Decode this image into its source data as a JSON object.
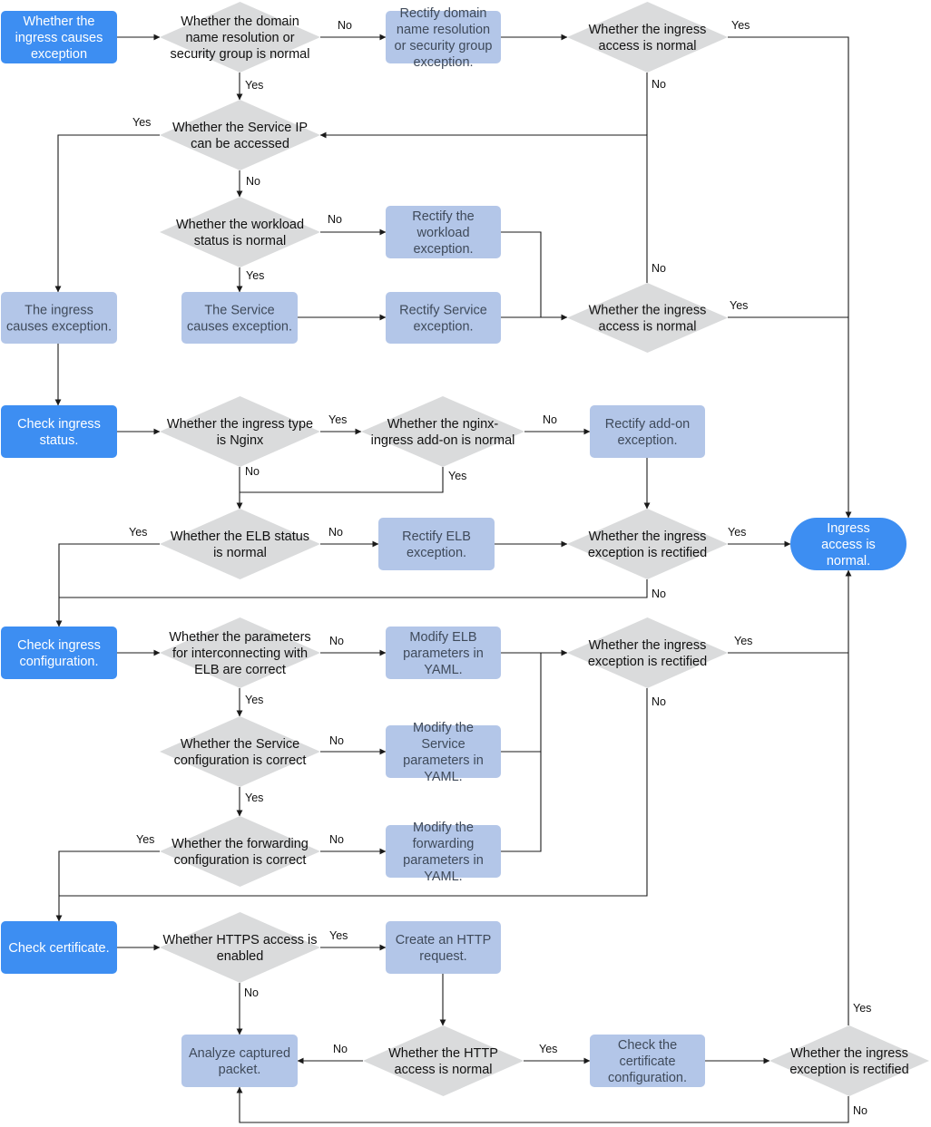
{
  "colors": {
    "start": "#3d8ef2",
    "process": "#b3c6e8",
    "decision": "#dadbdc",
    "end": "#3d8ef2",
    "edge": "#1a1a1a",
    "start_text": "#ffffff",
    "process_text": "#3f4a5a",
    "decision_text": "#111111"
  },
  "nodes": [
    {
      "id": "n_start",
      "kind": "start",
      "lines": [
        "Whether the",
        "ingress causes",
        "exception"
      ]
    },
    {
      "id": "n_dns",
      "kind": "decision",
      "lines": [
        "Whether the domain",
        "name resolution or",
        "security group is normal"
      ]
    },
    {
      "id": "n_fix_dns",
      "kind": "process",
      "lines": [
        "Rectify domain",
        "name resolution",
        "or security group",
        "exception."
      ]
    },
    {
      "id": "n_ingress_ok1",
      "kind": "decision",
      "lines": [
        "Whether the ingress",
        "access is normal"
      ]
    },
    {
      "id": "n_svc_ip",
      "kind": "decision",
      "lines": [
        "Whether the Service IP",
        "can be accessed"
      ]
    },
    {
      "id": "n_workload",
      "kind": "decision",
      "lines": [
        "Whether the workload",
        "status is normal"
      ]
    },
    {
      "id": "n_fix_workload",
      "kind": "process",
      "lines": [
        "Rectify the",
        "workload",
        "exception."
      ]
    },
    {
      "id": "n_ingress_exc",
      "kind": "process",
      "lines": [
        "The ingress",
        "causes exception."
      ]
    },
    {
      "id": "n_svc_exc",
      "kind": "process",
      "lines": [
        "The Service",
        "causes exception."
      ]
    },
    {
      "id": "n_fix_svc",
      "kind": "process",
      "lines": [
        "Rectify Service",
        "exception."
      ]
    },
    {
      "id": "n_ingress_ok2",
      "kind": "decision",
      "lines": [
        "Whether the ingress",
        "access is normal"
      ]
    },
    {
      "id": "n_check_status",
      "kind": "start",
      "lines": [
        "Check ingress",
        "status."
      ]
    },
    {
      "id": "n_nginx_type",
      "kind": "decision",
      "lines": [
        "Whether the ingress type",
        "is Nginx"
      ]
    },
    {
      "id": "n_nginx_addon",
      "kind": "decision",
      "lines": [
        "Whether the nginx-",
        "ingress add-on is normal"
      ]
    },
    {
      "id": "n_fix_addon",
      "kind": "process",
      "lines": [
        "Rectify add-on",
        "exception."
      ]
    },
    {
      "id": "n_elb_status",
      "kind": "decision",
      "lines": [
        "Whether the ELB status",
        "is normal"
      ]
    },
    {
      "id": "n_fix_elb",
      "kind": "process",
      "lines": [
        "Rectify ELB",
        "exception."
      ]
    },
    {
      "id": "n_rectified1",
      "kind": "decision",
      "lines": [
        "Whether the ingress",
        "exception is rectified"
      ]
    },
    {
      "id": "n_end",
      "kind": "end",
      "lines": [
        "Ingress",
        "access is",
        "normal."
      ]
    },
    {
      "id": "n_check_config",
      "kind": "start",
      "lines": [
        "Check ingress",
        "configuration."
      ]
    },
    {
      "id": "n_elb_params",
      "kind": "decision",
      "lines": [
        "Whether the parameters",
        "for interconnecting with",
        "ELB are correct"
      ]
    },
    {
      "id": "n_mod_elb",
      "kind": "process",
      "lines": [
        "Modify ELB",
        "parameters in",
        "YAML."
      ]
    },
    {
      "id": "n_rectified2",
      "kind": "decision",
      "lines": [
        "Whether the ingress",
        "exception is rectified"
      ]
    },
    {
      "id": "n_svc_config",
      "kind": "decision",
      "lines": [
        "Whether the Service",
        "configuration is correct"
      ]
    },
    {
      "id": "n_mod_svc",
      "kind": "process",
      "lines": [
        "Modify the",
        "Service",
        "parameters in",
        "YAML."
      ]
    },
    {
      "id": "n_fwd_config",
      "kind": "decision",
      "lines": [
        "Whether the forwarding",
        "configuration is correct"
      ]
    },
    {
      "id": "n_mod_fwd",
      "kind": "process",
      "lines": [
        "Modify the",
        "forwarding",
        "parameters in",
        "YAML."
      ]
    },
    {
      "id": "n_check_cert",
      "kind": "start",
      "lines": [
        "Check certificate."
      ]
    },
    {
      "id": "n_https",
      "kind": "decision",
      "lines": [
        "Whether HTTPS access is",
        "enabled"
      ]
    },
    {
      "id": "n_http_req",
      "kind": "process",
      "lines": [
        "Create an HTTP",
        "request."
      ]
    },
    {
      "id": "n_analyze",
      "kind": "process",
      "lines": [
        "Analyze captured",
        "packet."
      ]
    },
    {
      "id": "n_http_ok",
      "kind": "decision",
      "lines": [
        "Whether the HTTP",
        "access is normal"
      ]
    },
    {
      "id": "n_check_cert_conf",
      "kind": "process",
      "lines": [
        "Check the",
        "certificate",
        "configuration."
      ]
    },
    {
      "id": "n_rectified3",
      "kind": "decision",
      "lines": [
        "Whether the ingress",
        "exception is rectified"
      ]
    }
  ],
  "edges": [
    {
      "id": "e_start_dns",
      "label": ""
    },
    {
      "id": "e_dns_fix",
      "label": "No"
    },
    {
      "id": "e_fix_ok1",
      "label": ""
    },
    {
      "id": "e_ok1_end",
      "label": "Yes"
    },
    {
      "id": "e_ok1_svcip",
      "label": "No"
    },
    {
      "id": "e_dns_svcip",
      "label": "Yes"
    },
    {
      "id": "e_svcip_ingexc",
      "label": "Yes"
    },
    {
      "id": "e_svcip_workload",
      "label": "No"
    },
    {
      "id": "e_workload_fix",
      "label": "No"
    },
    {
      "id": "e_workload_svcexc",
      "label": "Yes"
    },
    {
      "id": "e_fixwl_ok2",
      "label": ""
    },
    {
      "id": "e_svcexc_fixsvc",
      "label": ""
    },
    {
      "id": "e_fixsvc_ok2",
      "label": ""
    },
    {
      "id": "e_ok2_svcip",
      "label": "No"
    },
    {
      "id": "e_ok2_end",
      "label": "Yes"
    },
    {
      "id": "e_ingexc_status",
      "label": ""
    },
    {
      "id": "e_status_type",
      "label": ""
    },
    {
      "id": "e_type_addon",
      "label": "Yes"
    },
    {
      "id": "e_addon_fix",
      "label": "No"
    },
    {
      "id": "e_type_elb",
      "label": "No"
    },
    {
      "id": "e_addon_elb",
      "label": "Yes"
    },
    {
      "id": "e_fixaddon_rect1",
      "label": ""
    },
    {
      "id": "e_elb_fix",
      "label": "No"
    },
    {
      "id": "e_fixelb_rect1",
      "label": ""
    },
    {
      "id": "e_rect1_end",
      "label": "Yes"
    },
    {
      "id": "e_elb_config",
      "label": "Yes"
    },
    {
      "id": "e_rect1_config",
      "label": "No"
    },
    {
      "id": "e_config_params",
      "label": ""
    },
    {
      "id": "e_params_mod",
      "label": "No"
    },
    {
      "id": "e_modelb_rect2",
      "label": ""
    },
    {
      "id": "e_params_svc",
      "label": "Yes"
    },
    {
      "id": "e_svc_mod",
      "label": "No"
    },
    {
      "id": "e_modsvc_rect2",
      "label": ""
    },
    {
      "id": "e_svc_fwd",
      "label": "Yes"
    },
    {
      "id": "e_fwd_mod",
      "label": "No"
    },
    {
      "id": "e_modfwd_rect2",
      "label": ""
    },
    {
      "id": "e_rect2_end",
      "label": "Yes"
    },
    {
      "id": "e_fwd_cert",
      "label": "Yes"
    },
    {
      "id": "e_rect2_cert",
      "label": "No"
    },
    {
      "id": "e_cert_https",
      "label": ""
    },
    {
      "id": "e_https_req",
      "label": "Yes"
    },
    {
      "id": "e_https_analyze",
      "label": "No"
    },
    {
      "id": "e_req_httpok",
      "label": ""
    },
    {
      "id": "e_httpok_analyze",
      "label": "No"
    },
    {
      "id": "e_httpok_certconf",
      "label": "Yes"
    },
    {
      "id": "e_certconf_rect3",
      "label": ""
    },
    {
      "id": "e_rect3_end",
      "label": "Yes"
    },
    {
      "id": "e_rect3_analyze",
      "label": "No"
    }
  ]
}
